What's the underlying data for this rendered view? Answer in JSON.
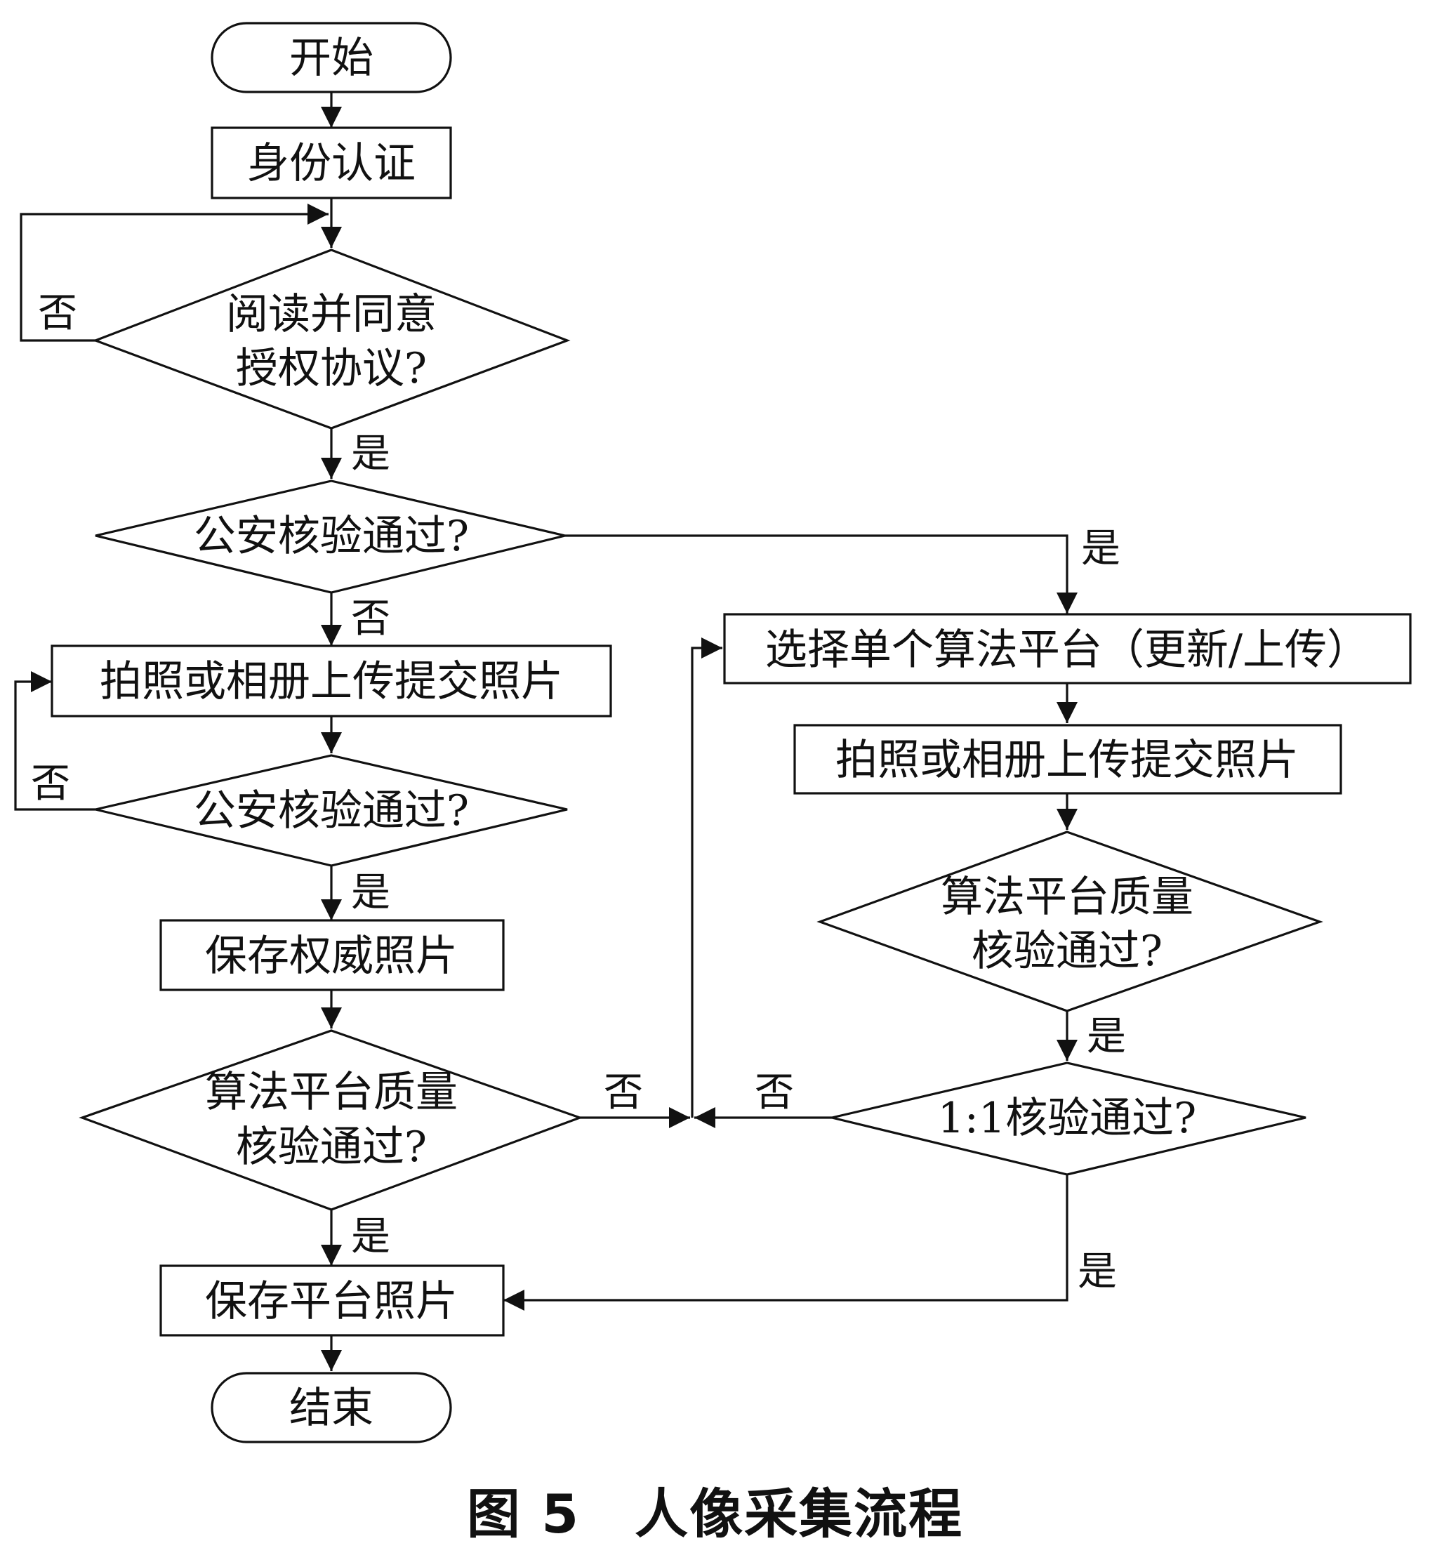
{
  "nodes": {
    "start": "开始",
    "identity_auth": "身份认证",
    "read_agree": [
      "阅读并同意",
      "授权协议?"
    ],
    "police_check_1": "公安核验通过?",
    "capture_left": "拍照或相册上传提交照片",
    "police_check_2": "公安核验通过?",
    "save_authority": "保存权威照片",
    "quality_left": [
      "算法平台质量",
      "核验通过?"
    ],
    "save_platform": "保存平台照片",
    "end": "结束",
    "select_platform": "选择单个算法平台（更新/上传）",
    "capture_right": "拍照或相册上传提交照片",
    "quality_right": [
      "算法平台质量",
      "核验通过?"
    ],
    "one_to_one": "1:1核验通过?"
  },
  "edge_labels": {
    "read_agree_no": "否",
    "read_agree_yes": "是",
    "police1_yes": "是",
    "police1_no": "否",
    "police2_no": "否",
    "police2_yes": "是",
    "quality_left_no": "否",
    "quality_left_yes": "是",
    "quality_right_yes": "是",
    "one_to_one_no": "否",
    "one_to_one_yes": "是"
  },
  "caption": "图 5　人像采集流程"
}
